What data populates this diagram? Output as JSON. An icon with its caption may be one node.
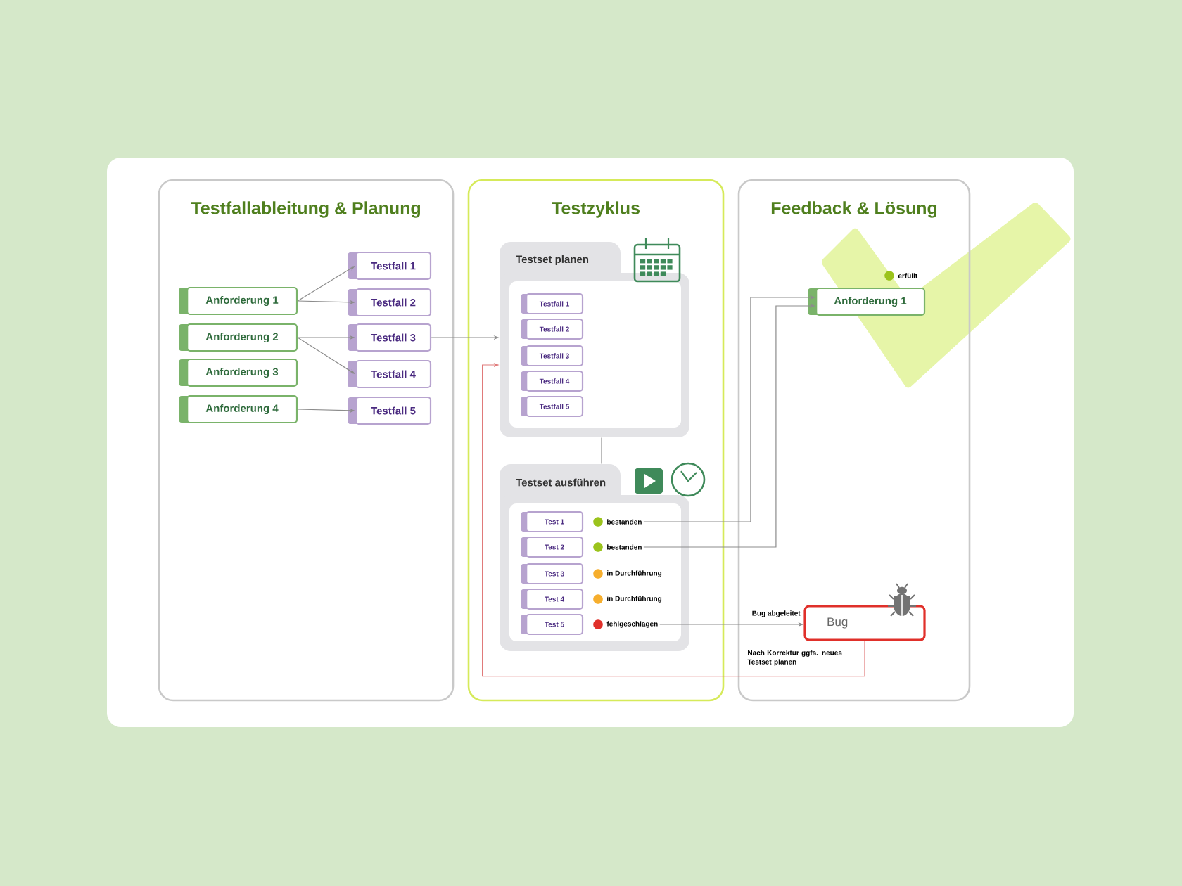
{
  "diagram": {
    "nodes": [
      {
        "text": [
          "Testfallableitung & Planung"
        ]
      },
      {
        "text": [
          "Anforderung 1"
        ],
        "in": 0
      },
      {
        "text": [
          "Anforderung 2"
        ],
        "in": 0
      },
      {
        "text": [
          "Anforderung 3"
        ],
        "in": 0
      },
      {
        "text": [
          "Anforderung 4"
        ],
        "in": 0
      },
      {
        "text": [
          "Testfall 1"
        ],
        "in": 0
      },
      {
        "text": [
          "Testfall 2"
        ],
        "in": 0
      },
      {
        "text": [
          "Testfall 3"
        ],
        "in": 0
      },
      {
        "text": [
          "Testfall 4"
        ],
        "in": 0
      },
      {
        "text": [
          "Testfall 5"
        ],
        "in": 0
      },
      {
        "text": [
          "Testzyklus"
        ]
      },
      {
        "text": [
          "Testset planen"
        ],
        "in": 10
      },
      {
        "text": [
          "Testfall 1"
        ],
        "in": 11
      },
      {
        "text": [
          "Testfall 2"
        ],
        "in": 11
      },
      {
        "text": [
          "Testfall 3"
        ],
        "in": 11
      },
      {
        "text": [
          "Testfall 4"
        ],
        "in": 11
      },
      {
        "text": [
          "Testfall 5"
        ],
        "in": 11
      },
      {
        "text": [
          "Testset ausführen"
        ],
        "in": 10
      },
      {
        "text": [
          "Test 1"
        ],
        "in": 17
      },
      {
        "text": [
          "Test 2"
        ],
        "in": 17
      },
      {
        "text": [
          "Test 3"
        ],
        "in": 17
      },
      {
        "text": [
          "Test 4"
        ],
        "in": 17
      },
      {
        "text": [
          "Test 5"
        ],
        "in": 17
      },
      {
        "text": [
          "bestanden"
        ],
        "in": 17
      },
      {
        "text": [
          "bestanden"
        ],
        "in": 17
      },
      {
        "text": [
          "in Durchführung"
        ],
        "in": 17
      },
      {
        "text": [
          "in Durchführung"
        ],
        "in": 17
      },
      {
        "text": [
          "fehlgeschlagen"
        ],
        "in": 17
      },
      {
        "text": [
          "Feedback & Lösung"
        ]
      },
      {
        "text": [
          "Anforderung 1"
        ],
        "in": 28,
        "beside": [
          "erfüllt"
        ]
      },
      {
        "text": [
          "Bug"
        ],
        "in": 28
      }
    ],
    "edges": [
      {
        "from": 1,
        "to": 5,
        "arrow": "to"
      },
      {
        "from": 1,
        "to": 6,
        "arrow": "to"
      },
      {
        "from": 2,
        "to": 7,
        "arrow": "to"
      },
      {
        "from": 2,
        "to": 8,
        "arrow": "to"
      },
      {
        "from": 4,
        "to": 9,
        "arrow": "to"
      },
      {
        "from": 7,
        "to": 11,
        "arrow": "to"
      },
      {
        "from": 11,
        "to": 17,
        "arrow": "none"
      },
      {
        "from": 23,
        "to": 29,
        "arrow": "to"
      },
      {
        "from": 24,
        "to": 29,
        "arrow": "to"
      },
      {
        "from": 27,
        "to": 30,
        "arrow": "to",
        "label": "Bug abgeleitet"
      },
      {
        "from": 30,
        "to": 11,
        "arrow": "to",
        "label": "Nach Korrektur ggfs. neues Testset planen",
        "color": "#e07a7a"
      }
    ]
  }
}
